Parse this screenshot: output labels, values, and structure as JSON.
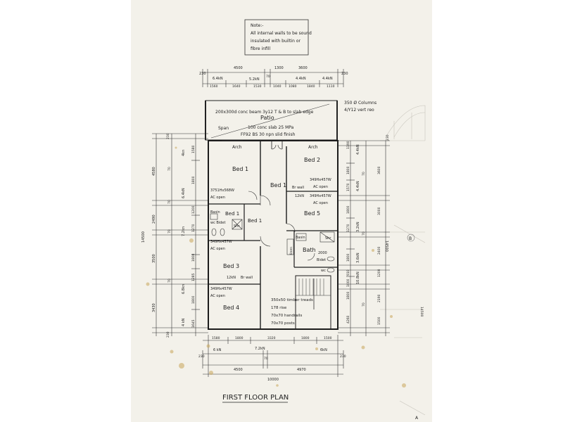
{
  "title": "FIRST FLOOR PLAN",
  "note": {
    "heading": "Note:-",
    "lines": [
      "All internal walls to be sound",
      "insulated with builtin or",
      "fibre infill"
    ]
  },
  "columns_note": [
    "350 Ø Columns",
    "4/Y12 vert reo"
  ],
  "patio": {
    "label": "Patio",
    "beam": "200x300d conc beam 3y12 T & B to slab edge",
    "span": "Span",
    "slab": "100 conc slab 25 MPa",
    "finish": "FF92 BS 30 npn slid finish"
  },
  "rooms": {
    "bed1": "Bed 1",
    "bed1_hall": "Bed 1",
    "bed1_ens": "Bed 1",
    "bed1_side": "Bed 1",
    "bed2": "Bed 2",
    "bed3": "Bed 3",
    "bed4": "Bed 4",
    "bed5": "Bed 5",
    "bath": "Bath",
    "arch_left": "Arch",
    "arch_right": "Arch",
    "basin_left": "Basin",
    "wc_bidet": "wc Bidet",
    "shr_left": "Shr",
    "basin_right": "Basin",
    "shr_right": "Shr",
    "bidet_right": "Bidet",
    "wc_right": "wc",
    "linen": "linen"
  },
  "windows": {
    "w_bed1": [
      "3751Hx568W",
      "AC open"
    ],
    "w_bed2": [
      "349Hx457W",
      "AC open"
    ],
    "w_bed5": [
      "349Hx457W",
      "AC open"
    ],
    "w_bed3": [
      "349Hx457W",
      "AC open"
    ],
    "w_bed4": [
      "349Hx457W",
      "AC open"
    ]
  },
  "walls": {
    "br_wall_top": "Br wall",
    "kn_top": "12kN",
    "kn_mid": "12kN",
    "br_wall_mid": "Br wall",
    "b2000": "2000"
  },
  "stair": [
    "350x50 timber treads",
    "178 rise",
    "70x70 handrails",
    "70x70 posts"
  ],
  "dims_top": {
    "overall_a": "4500",
    "overall_b": "1300",
    "overall_c": "3600",
    "end_l": "230",
    "end_r": "230",
    "load_a": "6.4kN",
    "load_b": "5.2kN",
    "load_c": "4.4kN",
    "load_d": "4.4kN",
    "s1": "1560",
    "s2": "1640",
    "s3": "1530",
    "s4": "1040",
    "s5": "1080",
    "s6": "1840",
    "s7": "1110",
    "mid": "70"
  },
  "dims_bottom": {
    "s1": "1580",
    "s2": "1800",
    "s3": "3320",
    "s4": "1800",
    "s5": "1500",
    "load_l": "6 kN",
    "load_m": "7.2kN",
    "load_r": "6kN",
    "overall_a": "4500",
    "overall_b": "4970",
    "total": "10000",
    "end_l": "230",
    "end_r": "230",
    "mid": "70"
  },
  "dims_left": {
    "total": "14500",
    "a": "4580",
    "b": "2490",
    "c": "3500",
    "d": "3430",
    "s1": "1580",
    "s2": "1800",
    "s3": "1200",
    "s4": "1270",
    "s5": "1800",
    "s6": "1285",
    "s7": "1800",
    "s8": "1645",
    "l1": "4kn",
    "l2": "6.4kN",
    "l3": "7.2kn",
    "l4": "6.8kn",
    "l5": "4 kN",
    "e_top": "230",
    "e_bot": "230",
    "m": "70"
  },
  "dims_right": {
    "total": "14500",
    "a": "3600",
    "b": "3000",
    "c": "2400",
    "d": "1200",
    "e": "2190",
    "f": "1500",
    "s1": "1190",
    "s2": "1800",
    "s3": "1570",
    "s4": "1800",
    "s5": "1270",
    "s6": "1800",
    "s7": "910",
    "s8": "1000",
    "s9": "1800",
    "s10": "4260",
    "l1": "4.4kN",
    "l2": "4.4kN",
    "l3": "3.2kN",
    "l4": "3.6kN",
    "l5": "10.8kN",
    "e_top": "230",
    "m": "70"
  },
  "markers": {
    "section_b": "B",
    "section_a": "A",
    "right_margin": "14500"
  }
}
